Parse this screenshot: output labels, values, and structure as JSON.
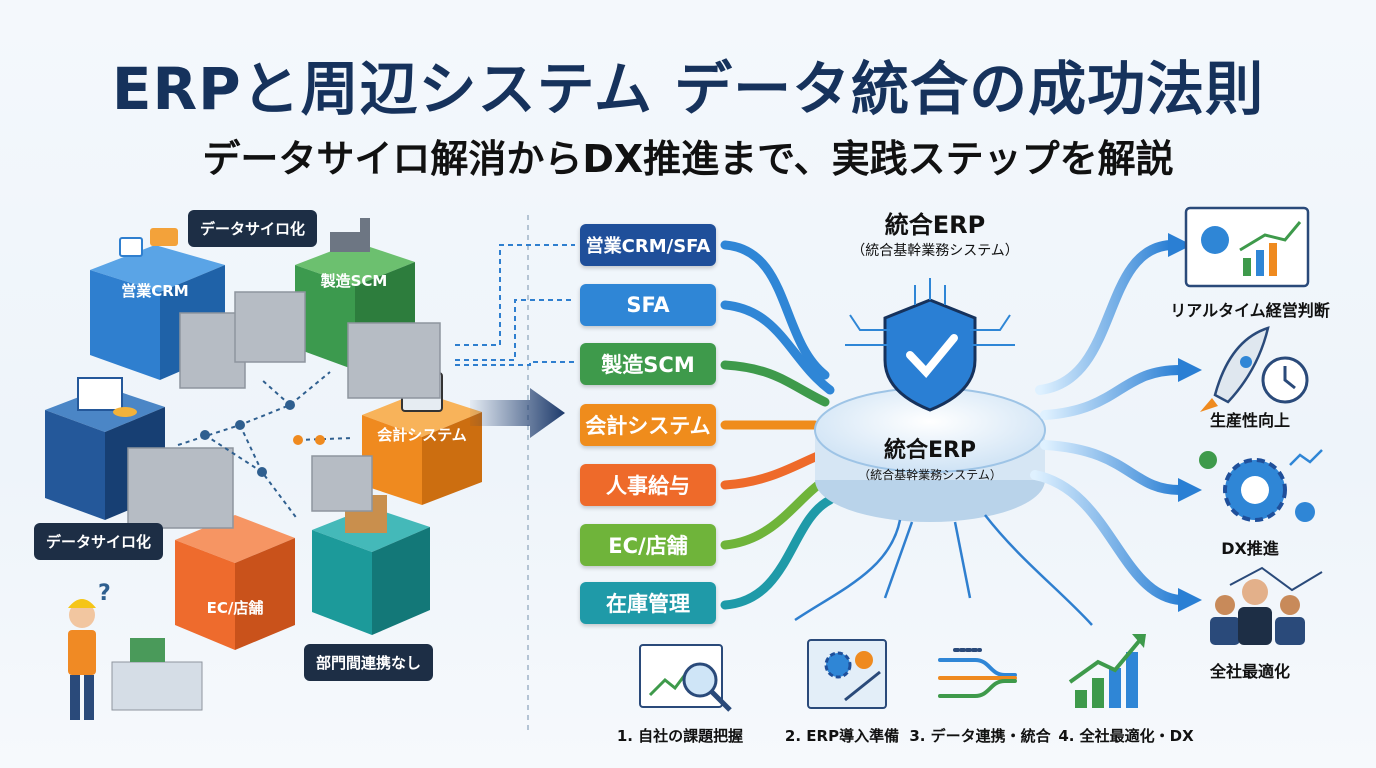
{
  "header": {
    "title": "ERPと周辺システム データ統合の成功法則",
    "subtitle": "データサイロ解消からDX推進まで、実践ステップを解説"
  },
  "silo": {
    "callout_top": "データサイロ化",
    "callout_left": "データサイロ化",
    "callout_bottom": "部門間連携なし",
    "boxes": [
      {
        "label": "営業CRM",
        "color": "#2f7fcf"
      },
      {
        "label": "製造SCM",
        "color": "#3c9a4e"
      },
      {
        "label": "会計システム",
        "color": "#ef8a1f"
      },
      {
        "label": "EC/店舗",
        "color": "#ee6b2d"
      },
      {
        "label": "",
        "color": "#24589a"
      },
      {
        "label": "",
        "color": "#1c9a9a"
      }
    ]
  },
  "systems": [
    {
      "label": "営業CRM/SFA",
      "color": "#1f4f9a"
    },
    {
      "label": "SFA",
      "color": "#2f86d6"
    },
    {
      "label": "製造SCM",
      "color": "#3e9a4b"
    },
    {
      "label": "会計システム",
      "color": "#ef8c1c"
    },
    {
      "label": "人事給与",
      "color": "#ee6a2a"
    },
    {
      "label": "EC/店舗",
      "color": "#6fb43a"
    },
    {
      "label": "在庫管理",
      "color": "#1f9aa8"
    }
  ],
  "erp": {
    "title": "統合ERP",
    "title_sub": "（統合基幹業務システム）",
    "center_title": "統合ERP",
    "center_sub": "（統合基幹業務システム）"
  },
  "outcomes": [
    {
      "label": "リアルタイム経営判断",
      "icon": "dashboard-icon"
    },
    {
      "label": "生産性向上",
      "icon": "rocket-clock-icon"
    },
    {
      "label": "DX推進",
      "icon": "gear-icon"
    },
    {
      "label": "全社最適化",
      "icon": "team-icon"
    }
  ],
  "steps": [
    {
      "label": "1. 自社の課題把握",
      "icon": "magnifier-icon"
    },
    {
      "label": "2. ERP導入準備",
      "icon": "blueprint-icon"
    },
    {
      "label": "3. データ連携・統合",
      "icon": "data-flow-icon"
    },
    {
      "label": "4. 全社最適化・DX",
      "icon": "growth-chart-icon"
    }
  ]
}
